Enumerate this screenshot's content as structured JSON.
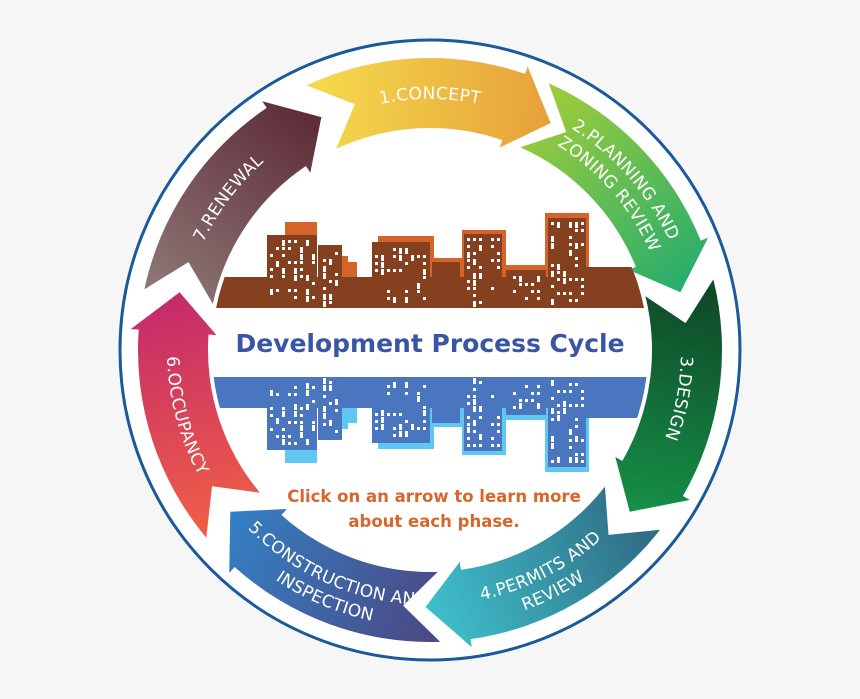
{
  "diagram": {
    "title": "Development Process Cycle",
    "hint_line1": "Click on an arrow to learn more",
    "hint_line2": "about each phase.",
    "border_color": "#1a5a9a",
    "phases": [
      {
        "lines": [
          "1.CONCEPT"
        ],
        "colors": [
          "#f4d84c",
          "#e7a03a"
        ]
      },
      {
        "lines": [
          "2.PLANNING AND",
          "ZONING REVIEW"
        ],
        "colors": [
          "#9acb3c",
          "#26ad6e"
        ]
      },
      {
        "lines": [
          "3.DESIGN"
        ],
        "colors": [
          "#0f4a28",
          "#169048"
        ]
      },
      {
        "lines": [
          "4.PERMITS AND",
          "REVIEW"
        ],
        "colors": [
          "#2f6e86",
          "#3fc0cc"
        ]
      },
      {
        "lines": [
          "5.CONSTRUCTION AND",
          "INSPECTION"
        ],
        "colors": [
          "#4a4a86",
          "#3480c4"
        ]
      },
      {
        "lines": [
          "6.OCCUPANCY"
        ],
        "colors": [
          "#ee5c48",
          "#c42a6c"
        ]
      },
      {
        "lines": [
          "7.RENEWAL"
        ],
        "colors": [
          "#8a7474",
          "#5e2a36"
        ]
      }
    ]
  }
}
